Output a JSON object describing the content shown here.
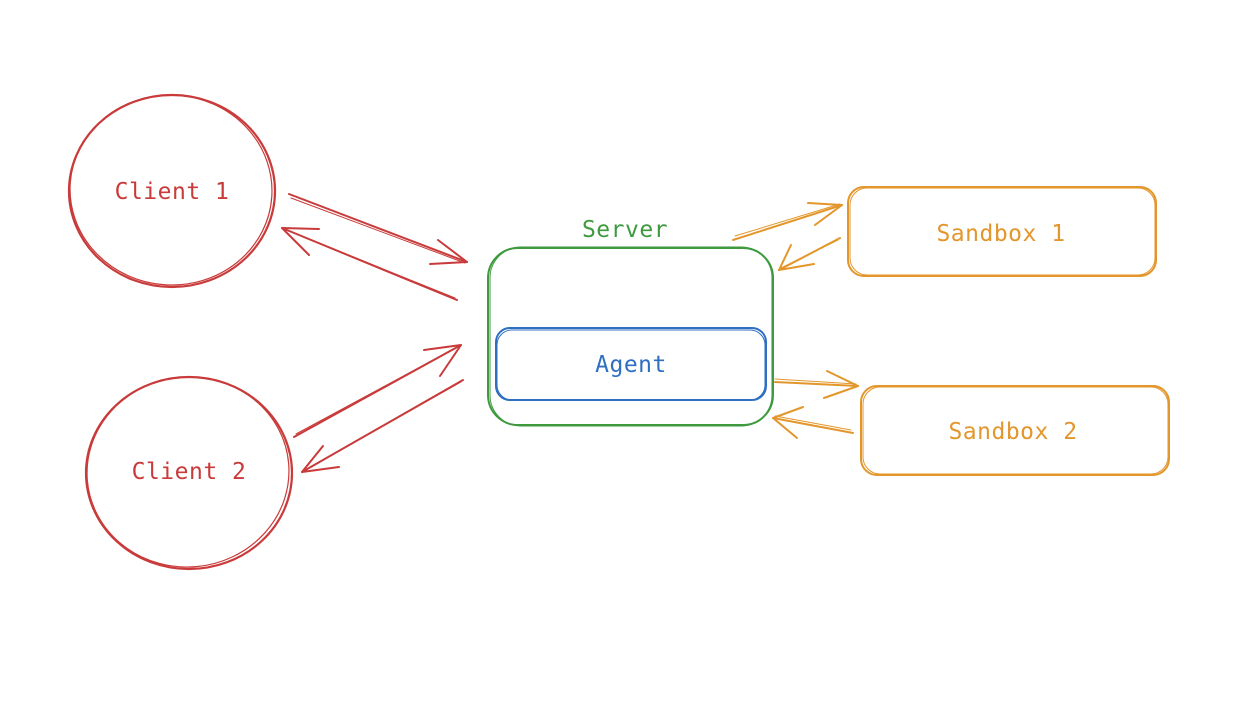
{
  "nodes": {
    "client1": "Client 1",
    "client2": "Client 2",
    "server": "Server",
    "agent": "Agent",
    "sandbox1": "Sandbox 1",
    "sandbox2": "Sandbox 2"
  },
  "colors": {
    "client": "#c93a3a",
    "server": "#3f9a3f",
    "agent": "#2f6fc2",
    "sandbox": "#e3962b"
  }
}
